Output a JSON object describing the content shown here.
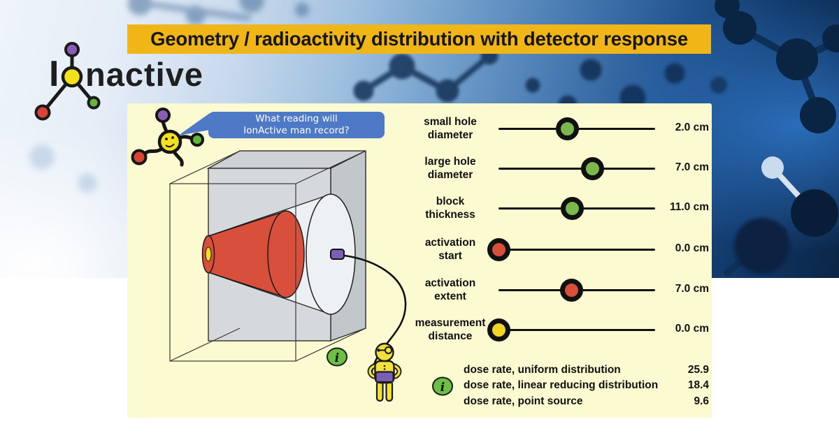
{
  "banner": {
    "title": "Geometry / radioactivity distribution with detector response"
  },
  "logo": {
    "prefix": "I",
    "suffix": "nactive"
  },
  "speech_bubble": {
    "line1": "What reading will",
    "line2": "IonActive man record?"
  },
  "sliders": [
    {
      "label_line1": "small hole",
      "label_line2": "diameter",
      "value": "2.0 cm",
      "fraction": 0.44,
      "knob_color": "#7cb74e"
    },
    {
      "label_line1": "large hole",
      "label_line2": "diameter",
      "value": "7.0 cm",
      "fraction": 0.6,
      "knob_color": "#7cb74e"
    },
    {
      "label_line1": "block",
      "label_line2": "thickness",
      "value": "11.0 cm",
      "fraction": 0.47,
      "knob_color": "#7cb74e"
    },
    {
      "label_line1": "activation",
      "label_line2": "start",
      "value": "0.0 cm",
      "fraction": 0.0,
      "knob_color": "#d8503c"
    },
    {
      "label_line1": "activation",
      "label_line2": "extent",
      "value": "7.0 cm",
      "fraction": 0.465,
      "knob_color": "#d8503c"
    },
    {
      "label_line1": "measurement",
      "label_line2": "distance",
      "value": "0.0 cm",
      "fraction": 0.0,
      "knob_color": "#f2d328"
    }
  ],
  "dose_rates": [
    {
      "label": "dose rate, uniform distribution",
      "value": "25.9"
    },
    {
      "label": "dose rate, linear reducing distribution",
      "value": "18.4"
    },
    {
      "label": "dose rate, point source",
      "value": "9.6"
    }
  ],
  "info": {
    "glyph": "i"
  },
  "colors": {
    "banner_bg": "#f0b517",
    "panel_bg": "#fbfad1",
    "bubble_bg": "#4d79c7",
    "slider_green": "#7cb74e",
    "slider_red": "#d8503c",
    "slider_yellow": "#f2d328",
    "cone_red": "#d8503c",
    "info_green": "#6cbf45",
    "detector_purple": "#7a5fb5"
  }
}
